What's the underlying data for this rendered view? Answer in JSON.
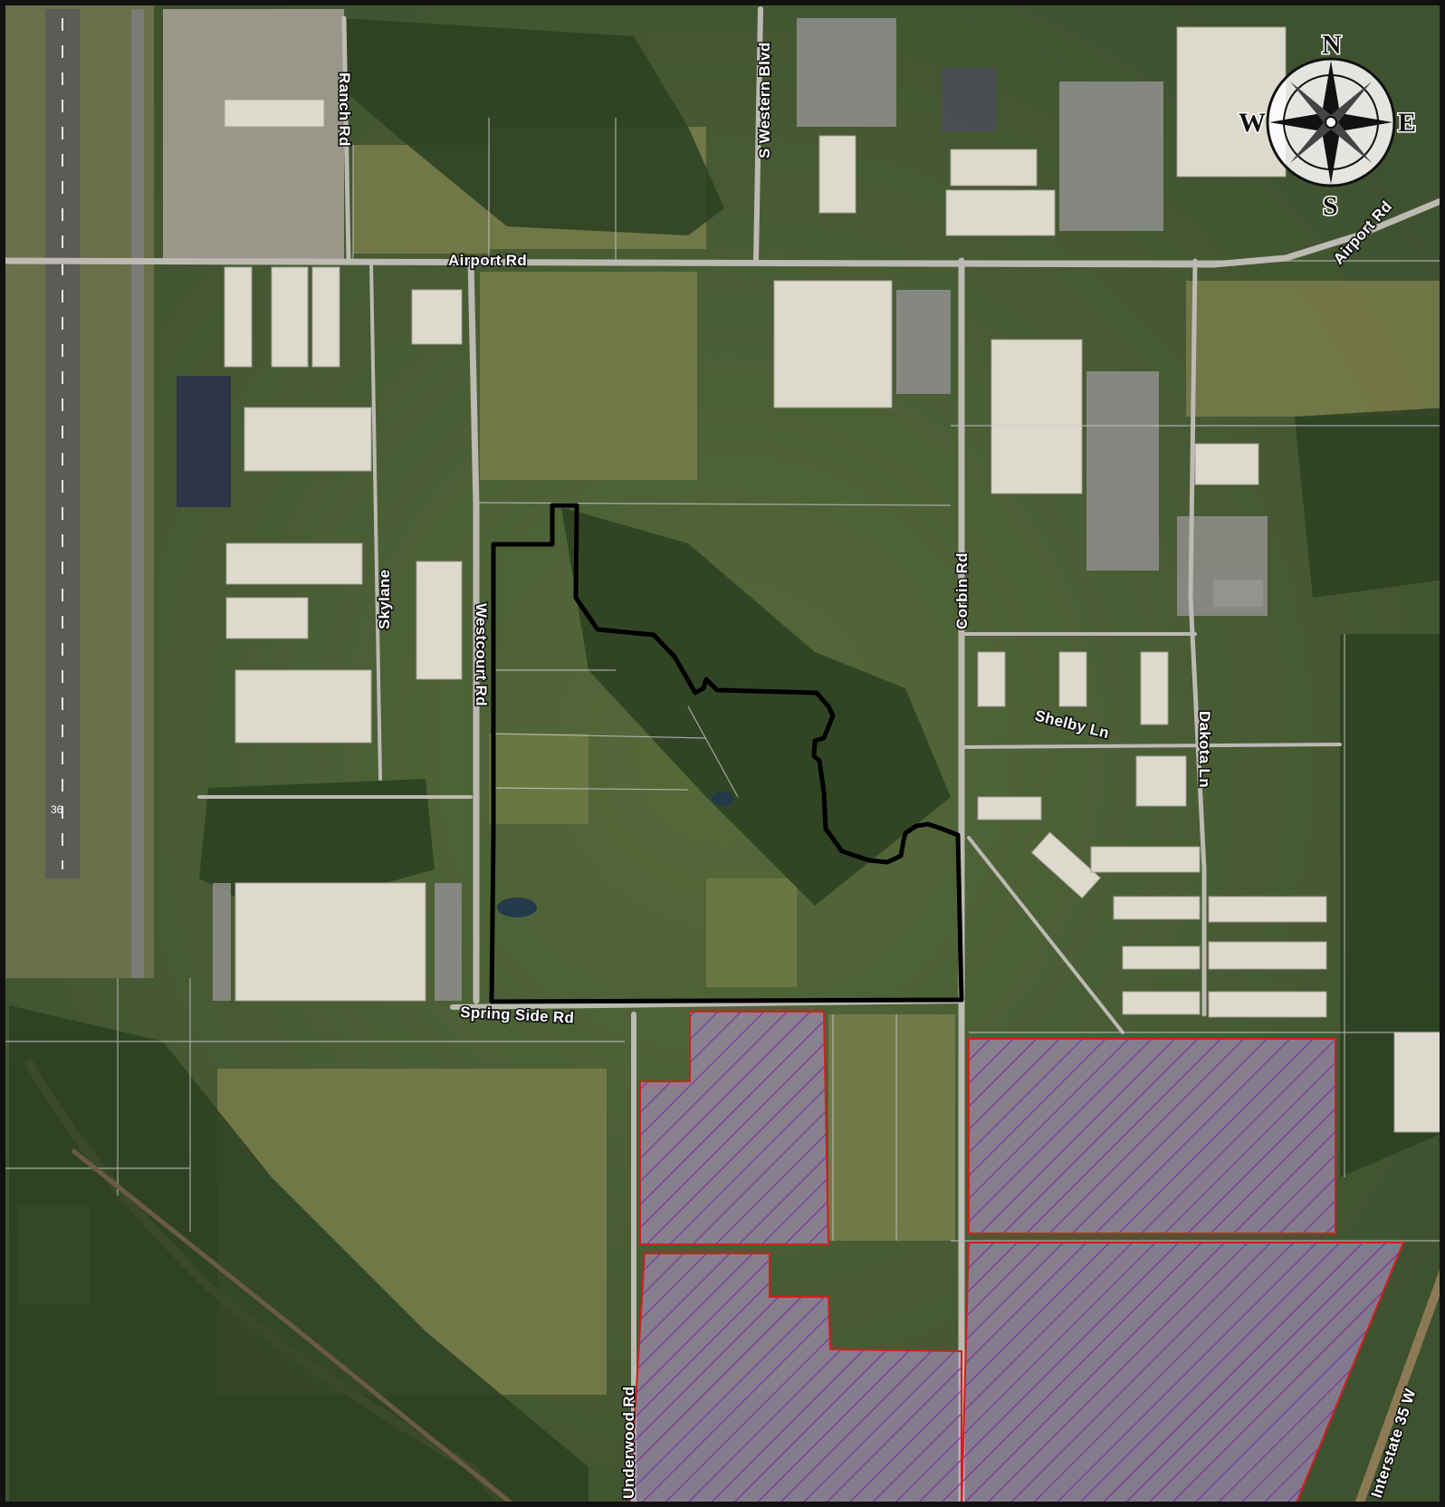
{
  "map": {
    "type": "aerial-site-map",
    "colors": {
      "vegetation": "#4a5d2f",
      "dense_trees": "#2f4224",
      "grass": "#7d7f4a",
      "road_line": "#c9c9c9",
      "site_boundary": "#000000",
      "restricted_fill": "#b99ad6",
      "restricted_hatch": "#7b2f9e",
      "restricted_outline": "#d21f1f",
      "building": "#e8e4d9",
      "frame": "#111111"
    },
    "roads": [
      {
        "id": "ranch-rd",
        "label": "Ranch Rd"
      },
      {
        "id": "s-western-blvd",
        "label": "S Western Blvd"
      },
      {
        "id": "airport-rd-west",
        "label": "Airport Rd"
      },
      {
        "id": "airport-rd-east",
        "label": "Airport Rd"
      },
      {
        "id": "skylane",
        "label": "Skylane"
      },
      {
        "id": "westcourt-rd",
        "label": "Westcourt Rd"
      },
      {
        "id": "corbin-rd",
        "label": "Corbin Rd"
      },
      {
        "id": "shelby-ln",
        "label": "Shelby Ln"
      },
      {
        "id": "dakota-ln",
        "label": "Dakota Ln"
      },
      {
        "id": "spring-side-rd",
        "label": "Spring Side Rd"
      },
      {
        "id": "underwood-rd",
        "label": "Underwood Rd"
      },
      {
        "id": "interstate-35w",
        "label": "Interstate 35 W"
      }
    ],
    "runway_marking": "36",
    "compass": {
      "icon": "compass-rose-icon",
      "north": "N",
      "south": "S",
      "east": "E",
      "west": "W"
    },
    "legend_features": [
      {
        "name": "site-boundary",
        "style": "solid black outline"
      },
      {
        "name": "restricted-area",
        "style": "purple diagonal hatch with red outline",
        "count": 4
      }
    ]
  }
}
